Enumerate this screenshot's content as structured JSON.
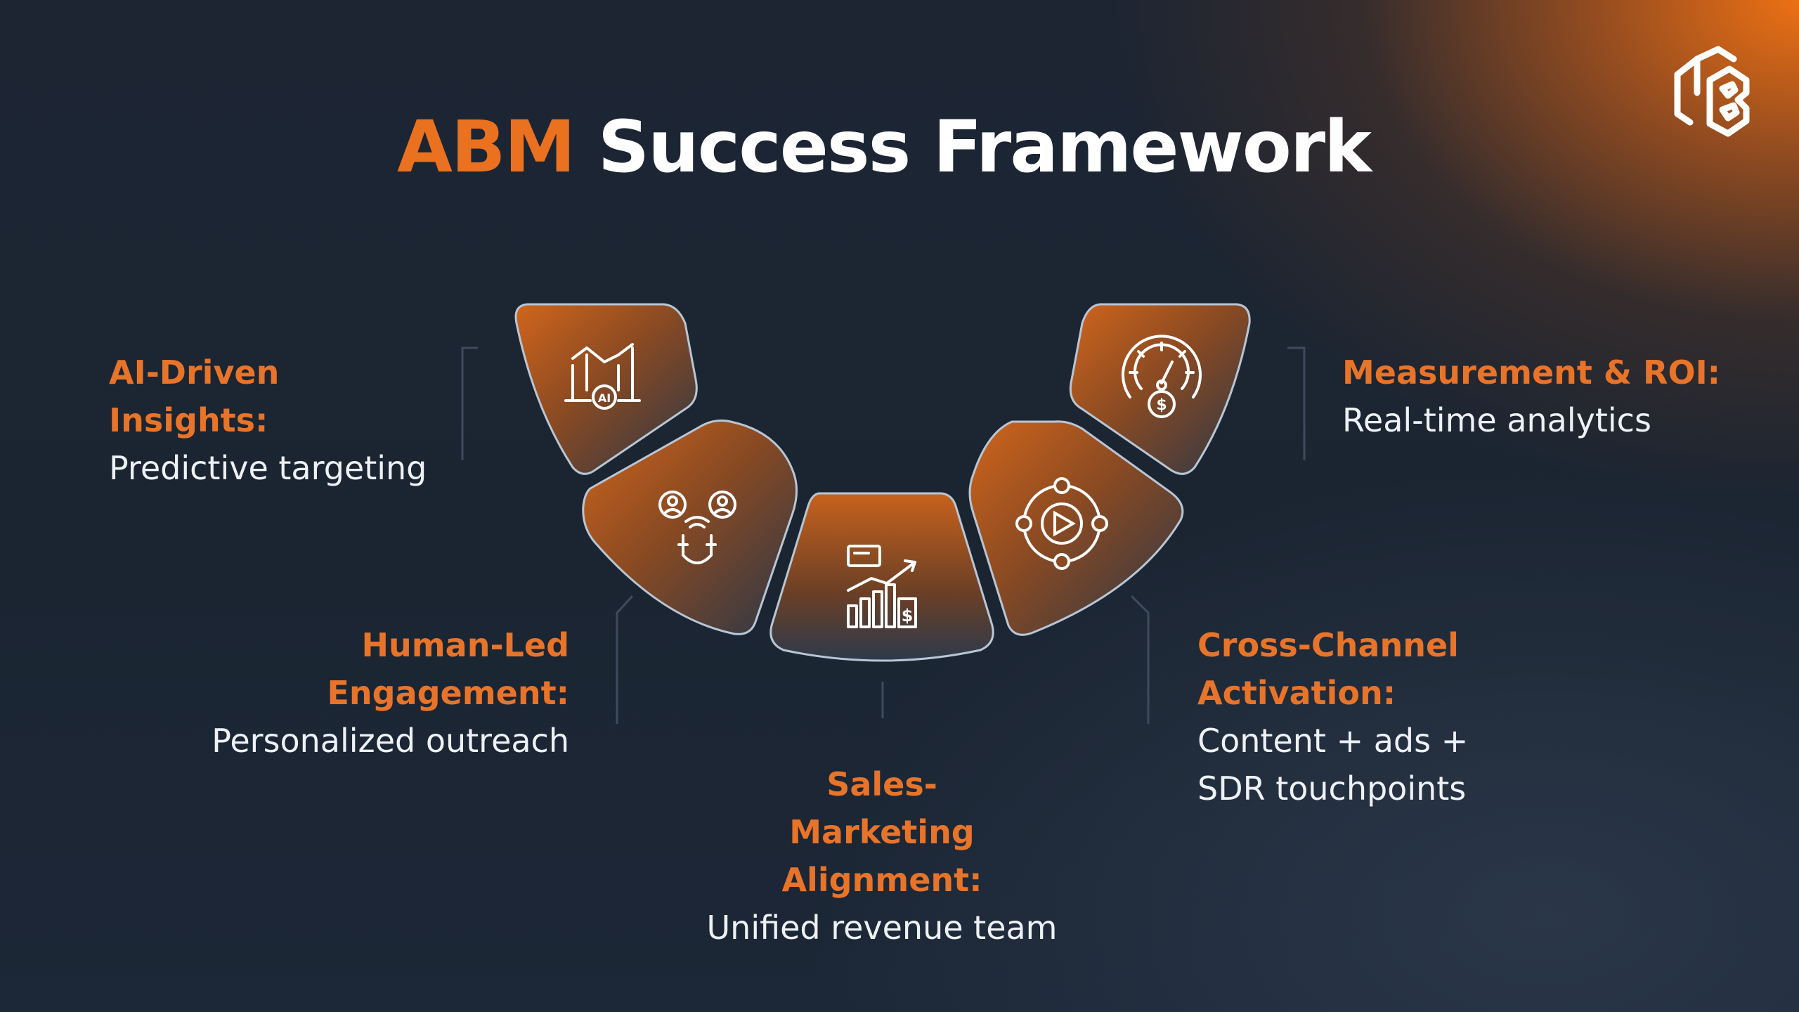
{
  "title": {
    "accent": "ABM",
    "rest": "Success Framework"
  },
  "logo": {
    "icon": "brand-b-cube-logo"
  },
  "colors": {
    "accent": "#ea7120",
    "background": "#1c2634",
    "text": "#eef1f5",
    "label": "#e8742a"
  },
  "pillars": [
    {
      "icon": "ai-analytics-icon",
      "heading": "AI-Driven Insights:",
      "description": "Predictive targeting"
    },
    {
      "icon": "people-magnet-icon",
      "heading": "Human-Led Engagement:",
      "description": "Personalized outreach"
    },
    {
      "icon": "growth-chart-dollar-icon",
      "heading": "Sales-Marketing Alignment:",
      "description": "Unified revenue team"
    },
    {
      "icon": "play-network-icon",
      "heading": "Cross-Channel Activation:",
      "description": "Content + ads + SDR touchpoints"
    },
    {
      "icon": "gauge-dollar-icon",
      "heading": "Measurement & ROI:",
      "description": "Real-time analytics"
    }
  ]
}
